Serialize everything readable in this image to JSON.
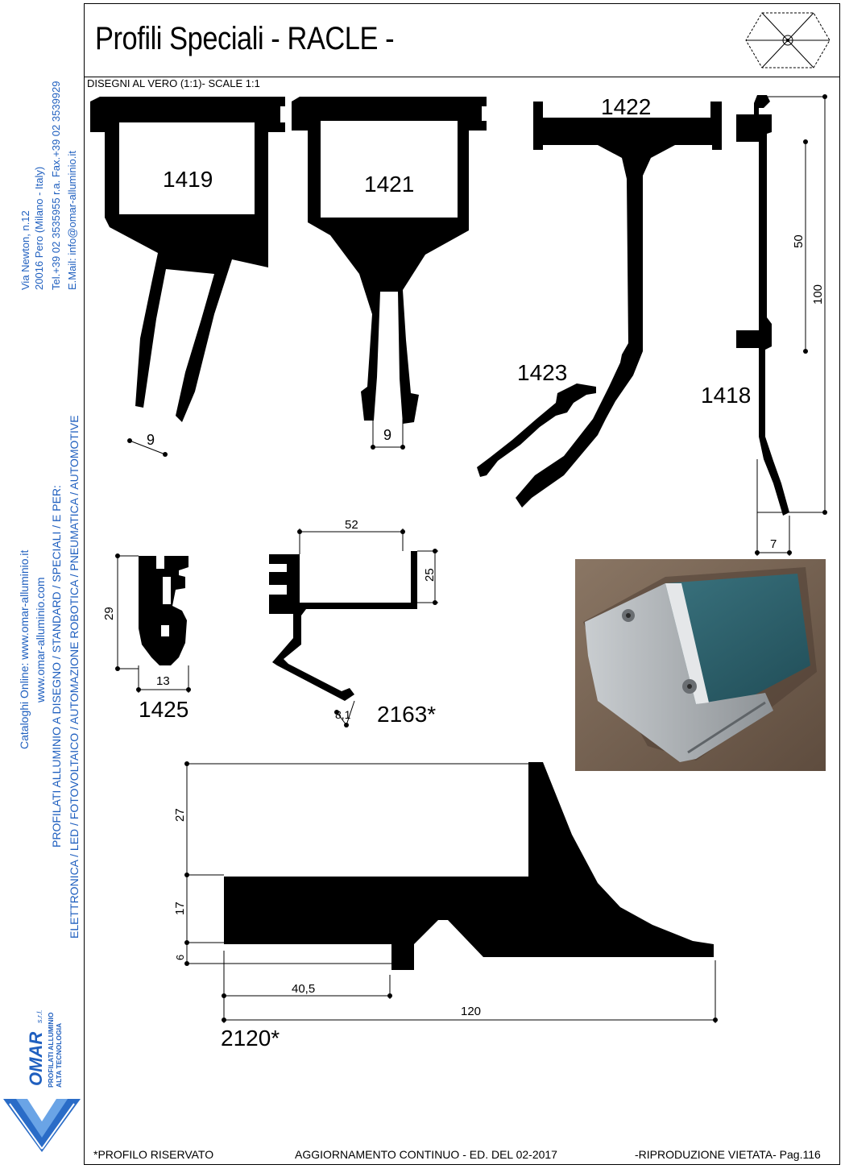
{
  "header": {
    "title": "Profili Speciali - RACLE -",
    "scale_note": "DISEGNI AL VERO (1:1)- SCALE 1:1"
  },
  "sidebar": {
    "address_lines": [
      "Via Newton, n.12",
      "20016 Pero (Milano - Italy)",
      "Tel.+39 02 3535955 r.a. Fax.+39 02 3539929",
      "E.Mail: info@omar-alluminio.it"
    ],
    "catalog_lines": [
      "Cataloghi Online: www.omar-alluminio.it",
      "www.omar-alluminio.com",
      "PROFILATI ALLUMINIO A DISEGNO / STANDARD / SPECIALI / E PER:",
      "ELETTRONICA / LED / FOTOVOLTAICO / AUTOMAZIONE ROBOTICA / PNEUMATICA / AUTOMOTIVE"
    ],
    "logo_brand": "OMAR",
    "logo_suffix": "s.r.l.",
    "logo_tag1": "PROFILATI ALLUMINIO",
    "logo_tag2": "ALTA TECNOLOGIA"
  },
  "profiles": {
    "p1419": {
      "code": "1419",
      "dim": "9"
    },
    "p1421": {
      "code": "1421",
      "dim": "9"
    },
    "p1422": {
      "code": "1422"
    },
    "p1423": {
      "code": "1423"
    },
    "p1418": {
      "code": "1418",
      "dim_a": "50",
      "dim_b": "100",
      "dim_c": "7"
    },
    "p1425": {
      "code": "1425",
      "dim_h": "29",
      "dim_w": "13"
    },
    "p2163": {
      "code": "2163*",
      "dim_w": "52",
      "dim_h": "25",
      "dim_g": "8,1"
    },
    "p2120": {
      "code": "2120*",
      "dim_a": "27",
      "dim_b": "17",
      "dim_c": "6",
      "dim_d": "40,5",
      "dim_e": "120"
    }
  },
  "footer": {
    "left": "*PROFILO RISERVATO",
    "center": "AGGIORNAMENTO CONTINUO - ED. DEL 02-2017",
    "right": "-RIPRODUZIONE VIETATA-  Pag.116"
  },
  "colors": {
    "accent": "#1f5fbf",
    "ink": "#000000"
  }
}
